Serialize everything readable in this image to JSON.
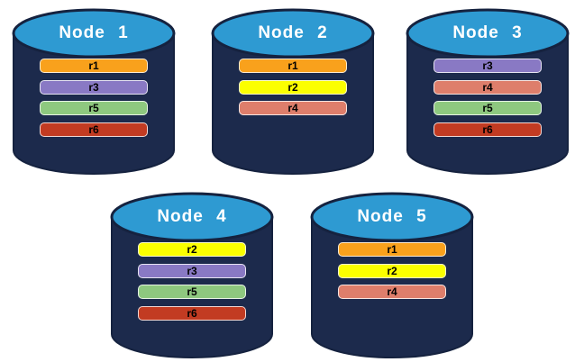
{
  "diagram": {
    "description": "Database nodes with replica distribution",
    "nodes": [
      {
        "label": "Node 1",
        "replicas": [
          "r1",
          "r3",
          "r5",
          "r6"
        ]
      },
      {
        "label": "Node 2",
        "replicas": [
          "r1",
          "r2",
          "r4"
        ]
      },
      {
        "label": "Node 3",
        "replicas": [
          "r3",
          "r4",
          "r5",
          "r6"
        ]
      },
      {
        "label": "Node 4",
        "replicas": [
          "r2",
          "r3",
          "r5",
          "r6"
        ]
      },
      {
        "label": "Node 5",
        "replicas": [
          "r1",
          "r2",
          "r4"
        ]
      }
    ],
    "replica_colors": {
      "r1": "#F9A11C",
      "r2": "#FBFF00",
      "r3": "#8979C4",
      "r4": "#DE7E6B",
      "r5": "#8EC87F",
      "r6": "#C23B22"
    },
    "colors": {
      "cylinder_body": "#1C2A4C",
      "cylinder_top": "#2E9AD2",
      "cylinder_outline": "#15223F",
      "node_label_text": "#FFFFFF",
      "replica_label_text": "#000000",
      "background": "#FFFFFF"
    }
  }
}
